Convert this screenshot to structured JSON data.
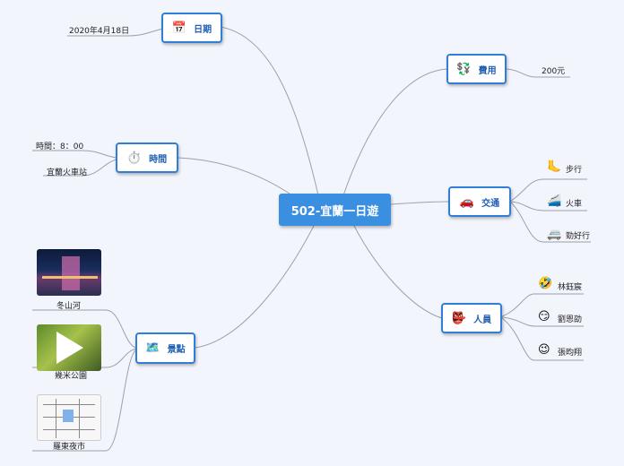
{
  "central": {
    "label": "502-宜蘭一日遊"
  },
  "topics": {
    "date": {
      "label": "日期",
      "icon": "calendar-icon",
      "leaf": "2020年4月18日"
    },
    "time": {
      "label": "時間",
      "icon": "stopwatch-icon",
      "leaves": [
        "時間：8：00",
        "宜蘭火車站"
      ]
    },
    "places": {
      "label": "景點",
      "icon": "map-icon",
      "leaves": [
        "冬山河",
        "幾米公園",
        "羅東夜市"
      ]
    },
    "cost": {
      "label": "費用",
      "icon": "money-icon",
      "leaf": "200元"
    },
    "transport": {
      "label": "交通",
      "icon": "car-icon",
      "leaves": [
        "步行",
        "火車",
        "勁好行"
      ]
    },
    "people": {
      "label": "人員",
      "icon": "person-icon",
      "leaves": [
        "林鈺宸",
        "劉恩劭",
        "張昀翔"
      ]
    }
  },
  "colors": {
    "background": "#f3f5fd",
    "central": "#3b8fe0",
    "border": "#2f7ed8",
    "line": "#9aa0ad"
  }
}
